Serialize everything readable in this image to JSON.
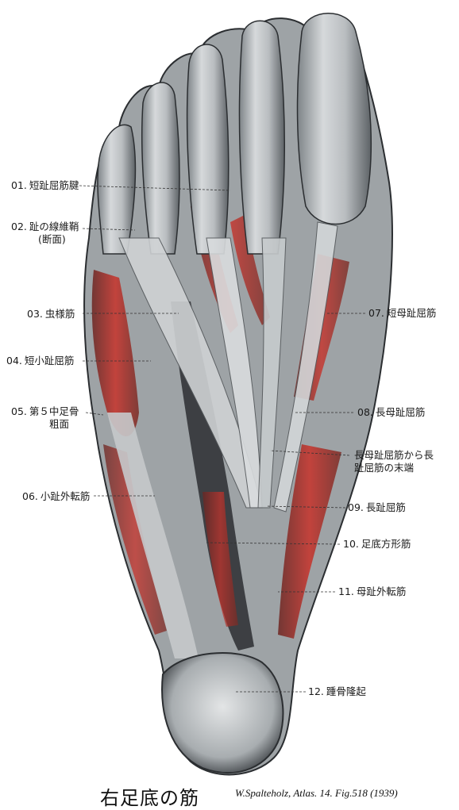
{
  "title": "右足底の筋",
  "credit": "W.Spalteholz, Atlas. 14. Fig.518 (1939)",
  "labels": {
    "l01": {
      "num": "01.",
      "text": "短趾屈筋腱"
    },
    "l02a": {
      "num": "02.",
      "text": "趾の線維鞘"
    },
    "l02b": {
      "text": "(断面)"
    },
    "l03": {
      "num": "03.",
      "text": "虫様筋"
    },
    "l04": {
      "num": "04.",
      "text": "短小趾屈筋"
    },
    "l05a": {
      "num": "05.",
      "text": "第５中足骨"
    },
    "l05b": {
      "text": "粗面"
    },
    "l06": {
      "num": "06.",
      "text": "小趾外転筋"
    },
    "l07": {
      "num": "07.",
      "text": "短母趾屈筋"
    },
    "l08": {
      "num": "08.",
      "text": "長母趾屈筋"
    },
    "lmid_a": {
      "text": "長母趾屈筋から長"
    },
    "lmid_b": {
      "text": "趾屈筋の末端"
    },
    "l09": {
      "num": "09.",
      "text": "長趾屈筋"
    },
    "l10": {
      "num": "10.",
      "text": "足底方形筋"
    },
    "l11": {
      "num": "11.",
      "text": "母趾外転筋"
    },
    "l12": {
      "num": "12.",
      "text": "踵骨隆起"
    }
  },
  "colors": {
    "muscle_red": "#c8322a",
    "tendon_gray": "#bfc3c6",
    "shadow": "#2b2e31",
    "background": "#ffffff"
  }
}
